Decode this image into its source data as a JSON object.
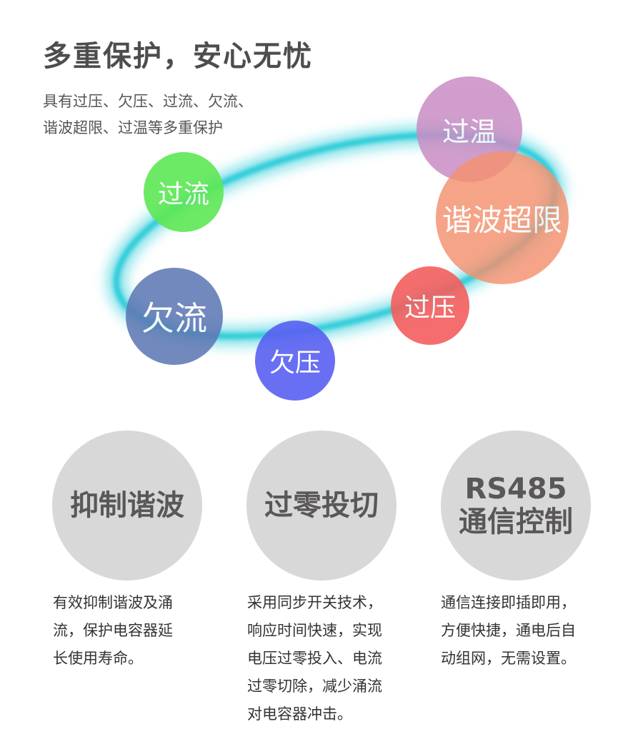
{
  "header": {
    "title": "多重保护，安心无忧",
    "subtitle_line1": "具有过压、欠压、过流、欠流、",
    "subtitle_line2": "谐波超限、过温等多重保护"
  },
  "protections": [
    {
      "label": "过温",
      "color": "#c98dc4"
    },
    {
      "label": "谐波超限",
      "color": "#f4916f"
    },
    {
      "label": "过流",
      "color": "#5ee855"
    },
    {
      "label": "欠流",
      "color": "#5f79b5"
    },
    {
      "label": "过压",
      "color": "#f45e5e"
    },
    {
      "label": "欠压",
      "color": "#5960f2"
    }
  ],
  "ring_color": "#1ec8d6",
  "features": [
    {
      "line1": "抑制谐波",
      "line2": "",
      "desc": [
        "有效抑制谐波及涌",
        "流，保护电容器延",
        "长使用寿命。"
      ]
    },
    {
      "line1": "过零投切",
      "line2": "",
      "desc": [
        "采用同步开关技术，",
        "响应时间快速，实现",
        "电压过零投入、电流",
        "过零切除，减少涌流",
        "对电容器冲击。"
      ]
    },
    {
      "line1": "RS485",
      "line2": "通信控制",
      "desc": [
        "通信连接即插即用，",
        "方便快捷，通电后自",
        "动组网，无需设置。"
      ]
    }
  ]
}
